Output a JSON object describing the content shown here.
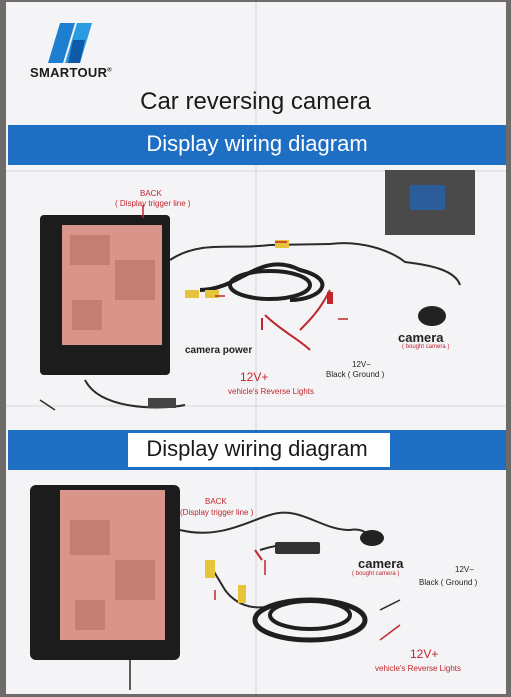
{
  "brand": {
    "name": "SMARTOUR",
    "mark": "®"
  },
  "title": "Car reversing camera",
  "section1": {
    "band_title": "Display wiring diagram",
    "back_label": "BACK",
    "back_sub": "( Display trigger line )",
    "camera_label": "camera",
    "camera_sub": "( bought camera )",
    "camera_power": "camera power",
    "ground_line1": "12V−",
    "ground_line2": "Black ( Ground )",
    "v12_label": "12V+",
    "reverse_label": "vehicle's Reverse Lights"
  },
  "section2": {
    "band_title": "Display wiring diagram",
    "back_label": "BACK",
    "back_sub": "(Display trigger line )",
    "camera_label": "camera",
    "camera_sub": "( bought camera )",
    "ground_line1": "12V−",
    "ground_line2": "Black ( Ground )",
    "v12_label": "12V+",
    "reverse_label": "vehicle's Reverse Lights"
  },
  "colors": {
    "band": "#1e6fc4",
    "accent_red": "#c0262c",
    "board": "#d9958a",
    "unit": "#1c1c1c"
  }
}
